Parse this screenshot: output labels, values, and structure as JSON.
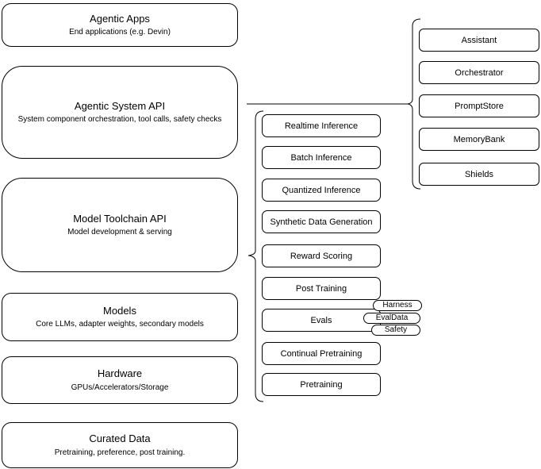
{
  "diagram": {
    "left_column": {
      "boxes": [
        {
          "title": "Agentic Apps",
          "subtitle": "End applications (e.g. Devin)"
        },
        {
          "title": "Agentic System API",
          "subtitle": "System component orchestration, tool calls, safety checks"
        },
        {
          "title": "Model Toolchain API",
          "subtitle": "Model development & serving"
        },
        {
          "title": "Models",
          "subtitle": "Core LLMs, adapter weights, secondary models"
        },
        {
          "title": "Hardware",
          "subtitle": "GPUs/Accelerators/Storage"
        },
        {
          "title": "Curated Data",
          "subtitle": "Pretraining, preference, post training."
        }
      ]
    },
    "toolchain_services": {
      "items": [
        {
          "label": "Realtime Inference"
        },
        {
          "label": "Batch Inference"
        },
        {
          "label": "Quantized Inference"
        },
        {
          "label": "Synthetic Data Generation"
        },
        {
          "label": "Reward Scoring"
        },
        {
          "label": "Post Training"
        },
        {
          "label": "Evals"
        },
        {
          "label": "Continual Pretraining"
        },
        {
          "label": "Pretraining"
        }
      ],
      "evals_tags": [
        {
          "label": "Harness"
        },
        {
          "label": "EvalData"
        },
        {
          "label": "Safety"
        }
      ]
    },
    "system_components": {
      "items": [
        {
          "label": "Assistant"
        },
        {
          "label": "Orchestrator"
        },
        {
          "label": "PromptStore"
        },
        {
          "label": "MemoryBank"
        },
        {
          "label": "Shields"
        }
      ]
    },
    "colors": {
      "stroke": "#000000",
      "fill": "#ffffff",
      "text": "#000000"
    }
  }
}
